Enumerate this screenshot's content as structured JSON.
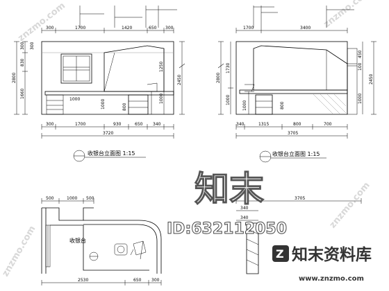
{
  "elevation_a": {
    "top_dims": [
      "300",
      "1700",
      "1420",
      "650",
      "300"
    ],
    "bottom_dims": [
      "300",
      "1700",
      "930",
      "650",
      "340"
    ],
    "total": "3720",
    "left_dims": [
      "300",
      "830",
      "1660"
    ],
    "left_total": "2800",
    "right_dims": [
      "1250",
      "1000"
    ],
    "right_total": "2450",
    "inner_dims": [
      "1000",
      "1000",
      "800"
    ],
    "caption": "收银台立面图 1:15"
  },
  "elevation_b": {
    "top_dims": [
      "1700",
      "3400"
    ],
    "bottom_dims": [
      "340",
      "1315",
      "800",
      "700"
    ],
    "total": "3705",
    "left_dims": [
      "1730",
      "1000"
    ],
    "left_total": "2800",
    "right_dims": [
      "450",
      "100",
      "1000"
    ],
    "right_total": "2450",
    "inner_dims": [
      "800",
      "1000"
    ],
    "caption": "收银台立面图 1:15"
  },
  "plan": {
    "top_dims": [
      "500",
      "1000",
      "500"
    ],
    "bottom_dims": [
      "2530",
      "650",
      "300"
    ],
    "label": "收银台"
  },
  "section": {
    "dims": [
      "3705",
      "340",
      "340"
    ]
  },
  "watermark": {
    "big": "知末",
    "id": "ID:632112050",
    "brand": "知末资料库",
    "url": "www.znzmo.com",
    "diag": "znzmo.com"
  }
}
